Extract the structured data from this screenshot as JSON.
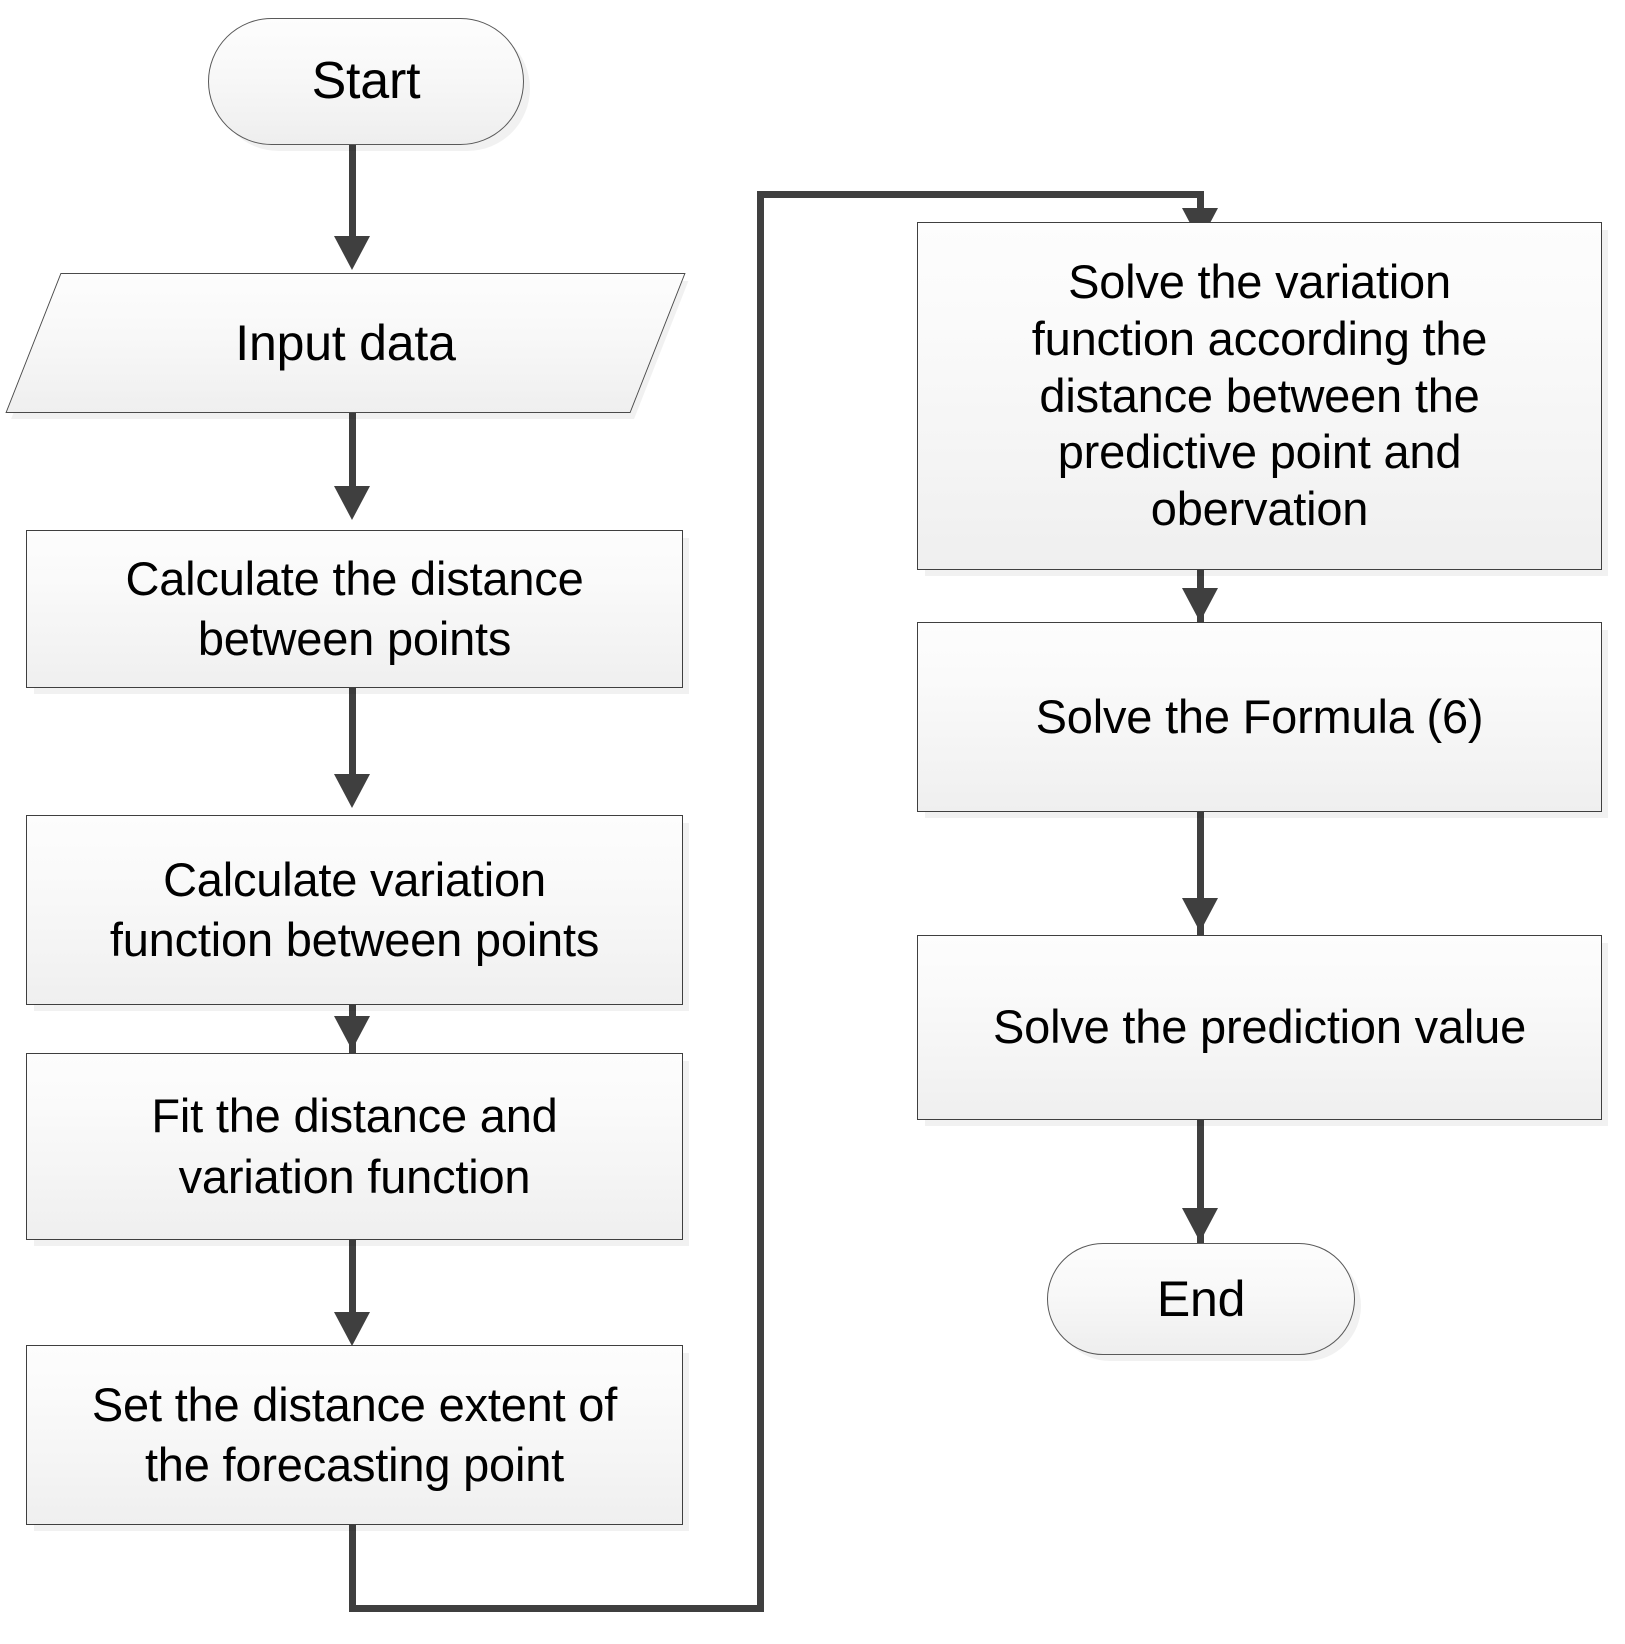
{
  "diagram": {
    "title": "Kriging spatial prediction flowchart",
    "type": "flowchart",
    "accent_color": "#3f3f3f",
    "node_fill_top": "#fdfdfd",
    "node_fill_bottom": "#efefef",
    "node_border": "#3f3f3f",
    "text_color": "#000000"
  },
  "nodes": {
    "start": {
      "label": "Start",
      "shape": "terminator"
    },
    "input_data": {
      "label": "Input data",
      "shape": "data"
    },
    "calc_distance": {
      "label": "Calculate the distance\nbetween points",
      "shape": "process"
    },
    "calc_variation": {
      "label": "Calculate variation\nfunction between points",
      "shape": "process"
    },
    "fit_distance": {
      "label": "Fit the distance and\nvariation function",
      "shape": "process"
    },
    "set_extent": {
      "label": "Set the distance extent of\nthe forecasting point",
      "shape": "process"
    },
    "solve_variation": {
      "label": "Solve the variation\nfunction according the\ndistance between the\npredictive point and\nobervation",
      "shape": "process"
    },
    "solve_formula": {
      "label": "Solve the Formula (6)",
      "shape": "process"
    },
    "solve_prediction": {
      "label": "Solve the prediction value",
      "shape": "process"
    },
    "end": {
      "label": "End",
      "shape": "terminator"
    }
  },
  "edges": [
    {
      "from": "start",
      "to": "input_data",
      "kind": "straight-down"
    },
    {
      "from": "input_data",
      "to": "calc_distance",
      "kind": "straight-down"
    },
    {
      "from": "calc_distance",
      "to": "calc_variation",
      "kind": "straight-down"
    },
    {
      "from": "calc_variation",
      "to": "fit_distance",
      "kind": "straight-down"
    },
    {
      "from": "fit_distance",
      "to": "set_extent",
      "kind": "straight-down"
    },
    {
      "from": "set_extent",
      "to": "solve_variation",
      "kind": "loop-around-right"
    },
    {
      "from": "solve_variation",
      "to": "solve_formula",
      "kind": "straight-down"
    },
    {
      "from": "solve_formula",
      "to": "solve_prediction",
      "kind": "straight-down"
    },
    {
      "from": "solve_prediction",
      "to": "end",
      "kind": "straight-down"
    }
  ]
}
